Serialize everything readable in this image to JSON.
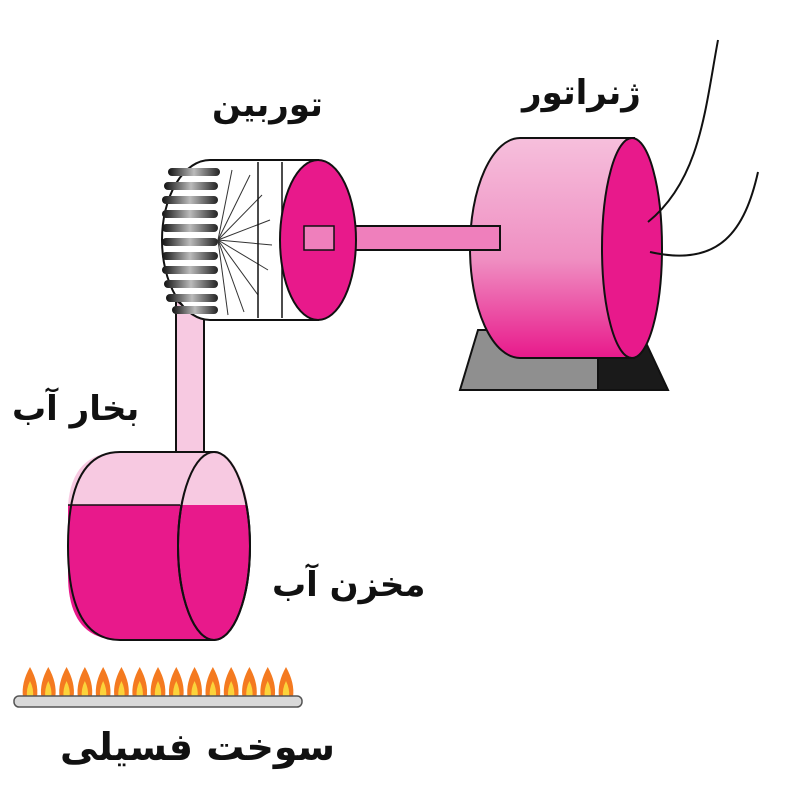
{
  "labels": {
    "turbine": "توربین",
    "generator": "ژنراتور",
    "steam": "بخار آب",
    "water_tank": "مخزن آب",
    "fossil_fuel": "سوخت فسیلی"
  },
  "colors": {
    "magenta": "#e8198b",
    "light_pink": "#f7c9e1",
    "generator_body": "#f29fcc",
    "gray": "#8f8f8f",
    "dark": "#1a1a1a",
    "flame_outer": "#f47a20",
    "flame_inner": "#fbd33b"
  },
  "burner": {
    "flame_count": 15
  }
}
